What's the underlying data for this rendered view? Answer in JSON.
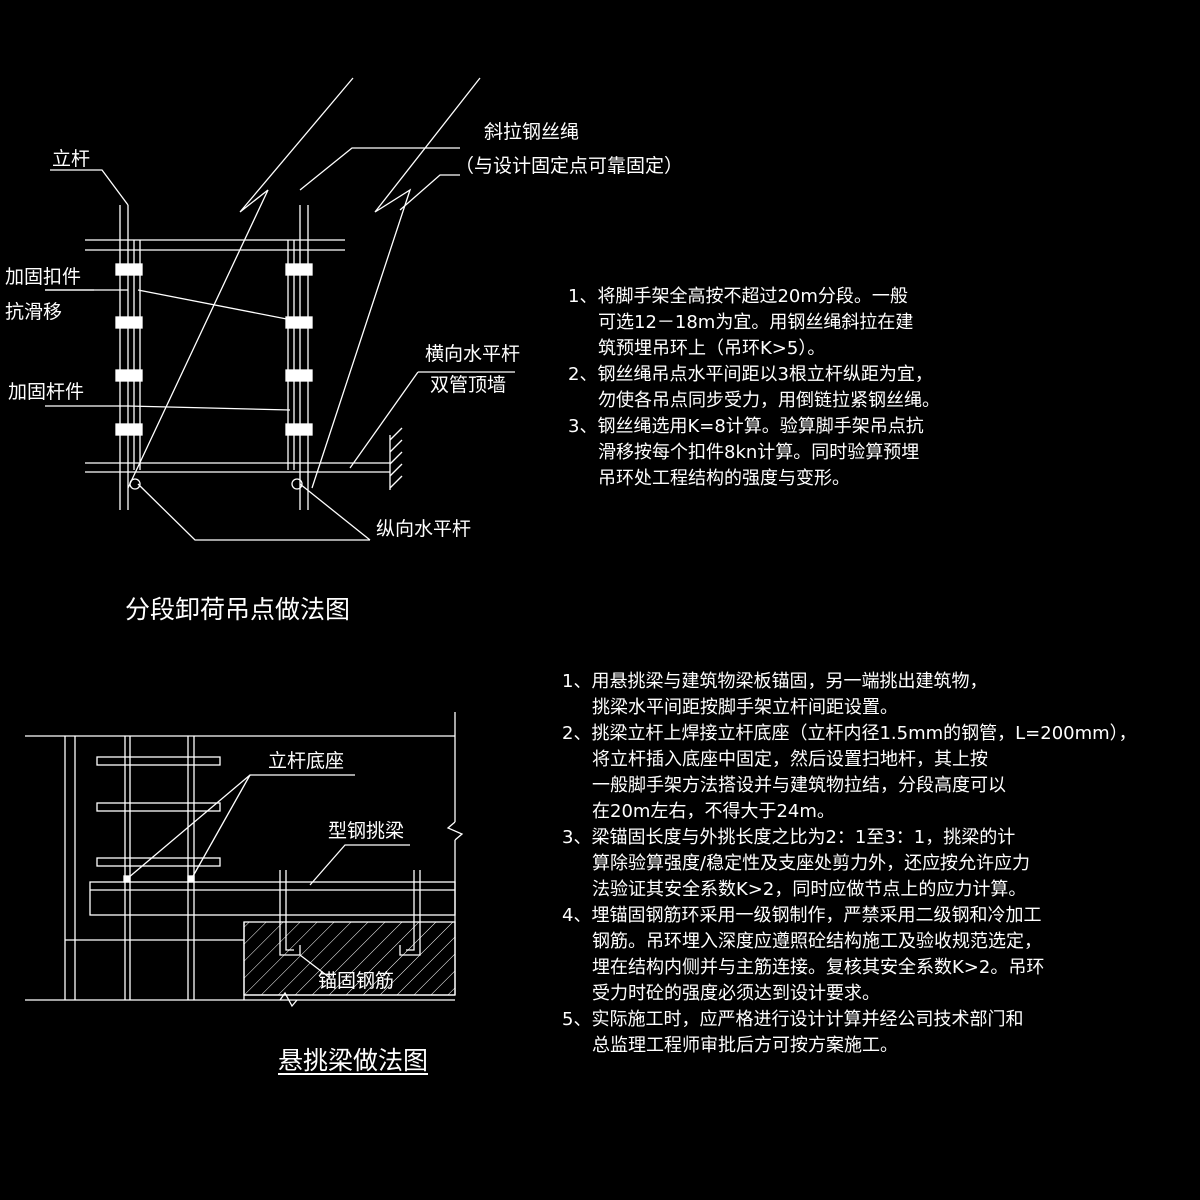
{
  "top_diagram": {
    "title": "分段卸荷吊点做法图",
    "labels": {
      "pole": "立杆",
      "wire_rope": "斜拉钢丝绳",
      "wire_rope_note": "（与设计固定点可靠固定）",
      "clamp": "加固扣件",
      "anti_slip": "抗滑移",
      "reinforce": "加固杆件",
      "transverse": "横向水平杆",
      "double_tube": "双管顶墙",
      "longitudinal": "纵向水平杆"
    },
    "notes": [
      {
        "text": "1、将脚手架全高按不超过20m分段。一般",
        "cont": false
      },
      {
        "text": "可选12－18m为宜。用钢丝绳斜拉在建",
        "cont": true
      },
      {
        "text": "筑预埋吊环上（吊环K>5）。",
        "cont": true
      },
      {
        "text": "2、钢丝绳吊点水平间距以3根立杆纵距为宜，",
        "cont": false
      },
      {
        "text": "勿使各吊点同步受力，用倒链拉紧钢丝绳。",
        "cont": true
      },
      {
        "text": "3、钢丝绳选用K=8计算。验算脚手架吊点抗",
        "cont": false
      },
      {
        "text": "滑移按每个扣件8kn计算。同时验算预埋",
        "cont": true
      },
      {
        "text": "吊环处工程结构的强度与变形。",
        "cont": true
      }
    ]
  },
  "bottom_diagram": {
    "title": "悬挑梁做法图",
    "labels": {
      "pole_base": "立杆底座",
      "steel_beam": "型钢挑梁",
      "anchor_rebar": "锚固钢筋"
    },
    "notes": [
      {
        "text": "1、用悬挑梁与建筑物梁板锚固，另一端挑出建筑物，",
        "cont": false
      },
      {
        "text": "挑梁水平间距按脚手架立杆间距设置。",
        "cont": true
      },
      {
        "text": "2、挑梁立杆上焊接立杆底座（立杆内径1.5mm的钢管，L=200mm），",
        "cont": false
      },
      {
        "text": "将立杆插入底座中固定，然后设置扫地杆，其上按",
        "cont": true
      },
      {
        "text": "一般脚手架方法搭设并与建筑物拉结，分段高度可以",
        "cont": true
      },
      {
        "text": "在20m左右，不得大于24m。",
        "cont": true
      },
      {
        "text": "3、梁锚固长度与外挑长度之比为2：1至3：1，挑梁的计",
        "cont": false
      },
      {
        "text": "算除验算强度/稳定性及支座处剪力外，还应按允许应力",
        "cont": true
      },
      {
        "text": "法验证其安全系数K>2，同时应做节点上的应力计算。",
        "cont": true
      },
      {
        "text": "4、埋锚固钢筋环采用一级钢制作，严禁采用二级钢和冷加工",
        "cont": false
      },
      {
        "text": "钢筋。吊环埋入深度应遵照砼结构施工及验收规范选定，",
        "cont": true
      },
      {
        "text": "埋在结构内侧并与主筋连接。复核其安全系数K>2。吊环",
        "cont": true
      },
      {
        "text": "受力时砼的强度必须达到设计要求。",
        "cont": true
      },
      {
        "text": "5、实际施工时，应严格进行设计计算并经公司技术部门和",
        "cont": false
      },
      {
        "text": "总监理工程师审批后方可按方案施工。",
        "cont": true
      }
    ]
  },
  "colors": {
    "background": "#000000",
    "line": "#ffffff"
  }
}
